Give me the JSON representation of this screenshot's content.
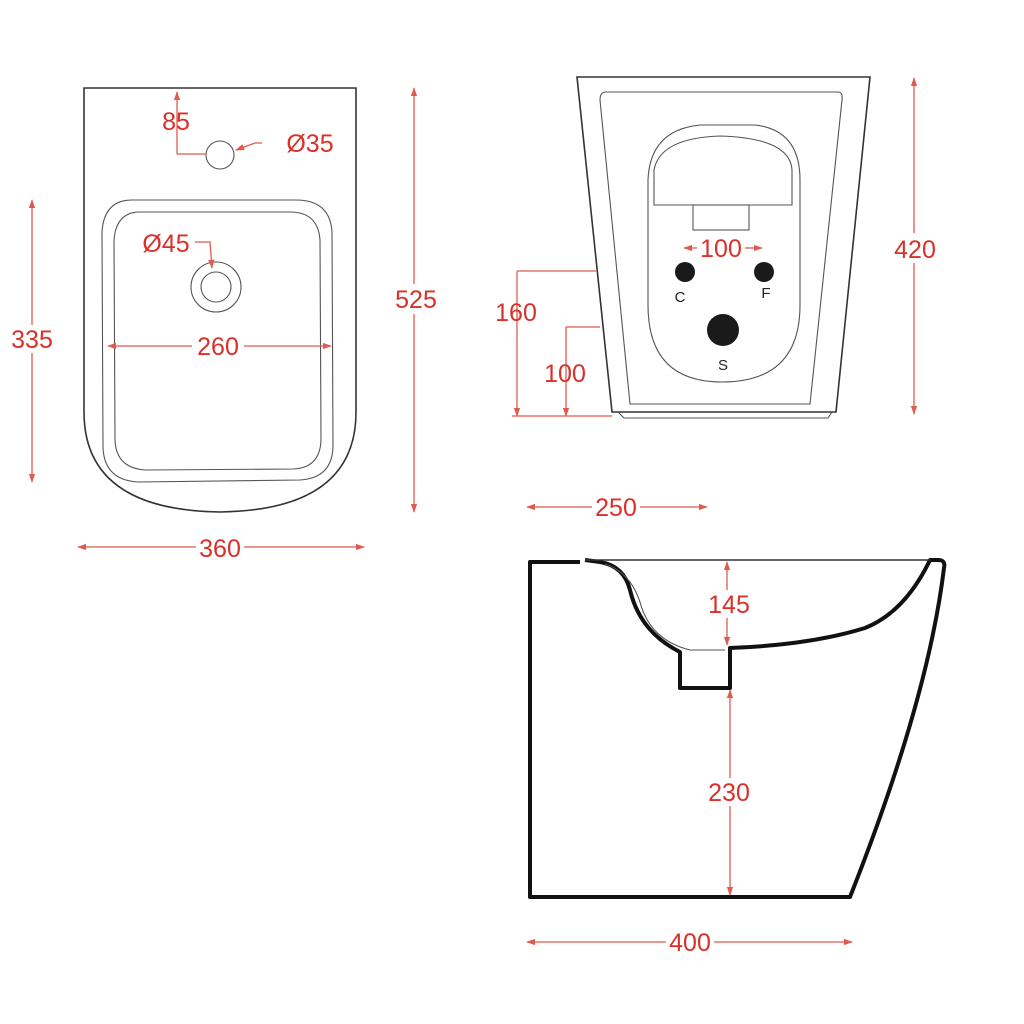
{
  "top_view": {
    "dim_85": "85",
    "dim_tap_hole": "Ø35",
    "dim_drain": "Ø45",
    "dim_260": "260",
    "dim_335": "335",
    "dim_525": "525",
    "dim_360": "360"
  },
  "back_view": {
    "dim_100_top": "100",
    "dim_420": "420",
    "dim_160": "160",
    "dim_100_side": "100",
    "label_c": "C",
    "label_f": "F",
    "label_s": "S"
  },
  "side_view": {
    "dim_250": "250",
    "dim_145": "145",
    "dim_230": "230",
    "dim_400": "400"
  },
  "colors": {
    "dimension": "#d9302a",
    "outline": "#333333"
  }
}
